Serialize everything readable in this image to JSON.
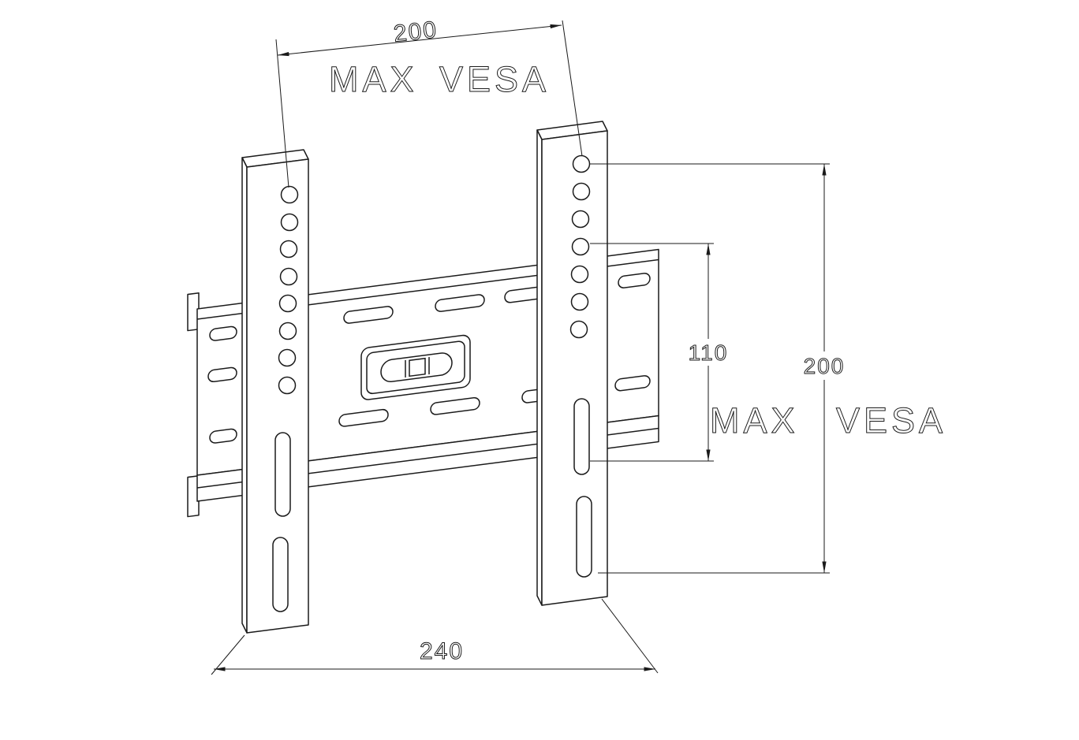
{
  "page": {
    "background": "#ffffff",
    "line_color": "#1a1a1a"
  },
  "drawing": {
    "dimensions": {
      "top": {
        "value": "200",
        "label": "MAX VESA"
      },
      "inner_height": {
        "value": "110"
      },
      "right": {
        "value": "200",
        "label": "MAX VESA"
      },
      "bottom": {
        "value": "240"
      }
    }
  }
}
